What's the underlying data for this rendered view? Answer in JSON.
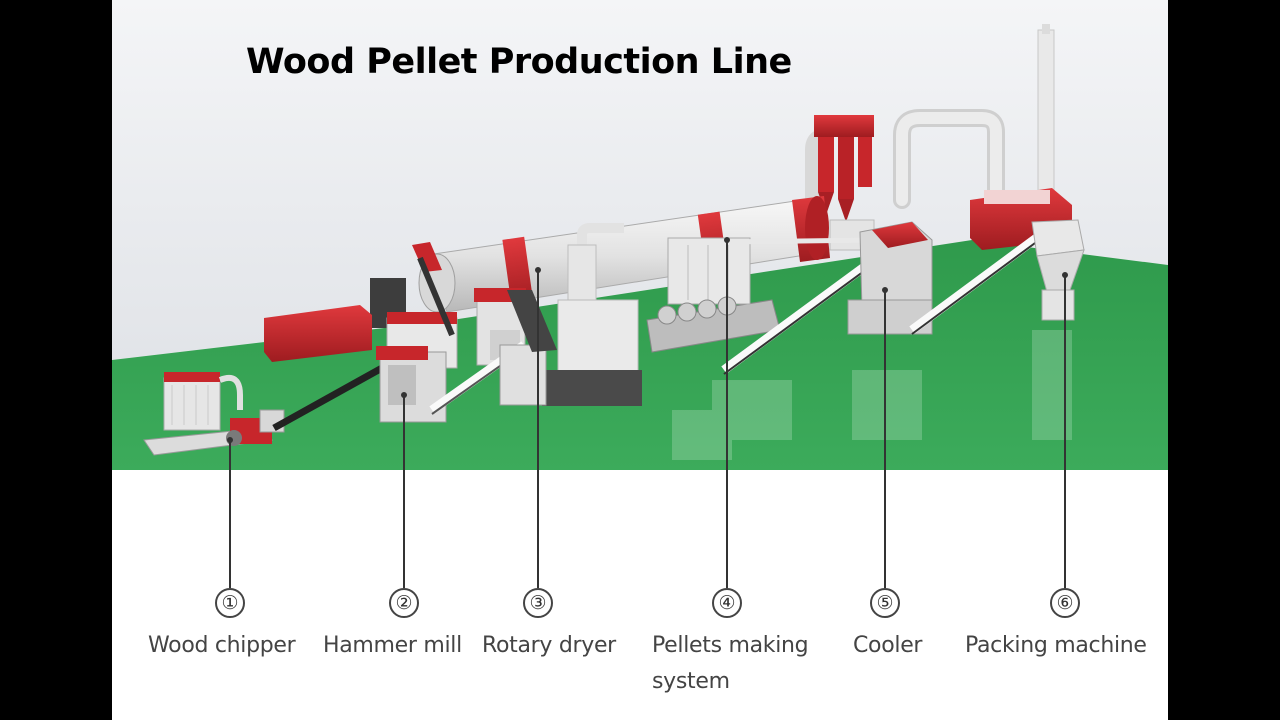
{
  "title": "Wood Pellet Production Line",
  "colors": {
    "floor": "#3aa457",
    "machine_red": "#c7262b",
    "pipe": "#e8e8e8",
    "background": "#000000"
  },
  "stations": [
    {
      "number": "①",
      "label": "Wood chipper"
    },
    {
      "number": "②",
      "label": "Hammer mill"
    },
    {
      "number": "③",
      "label": "Rotary dryer"
    },
    {
      "number": "④",
      "label_line1": "Pellets making",
      "label_line2": "system"
    },
    {
      "number": "⑤",
      "label": "Cooler"
    },
    {
      "number": "⑥",
      "label": "Packing machine"
    }
  ]
}
